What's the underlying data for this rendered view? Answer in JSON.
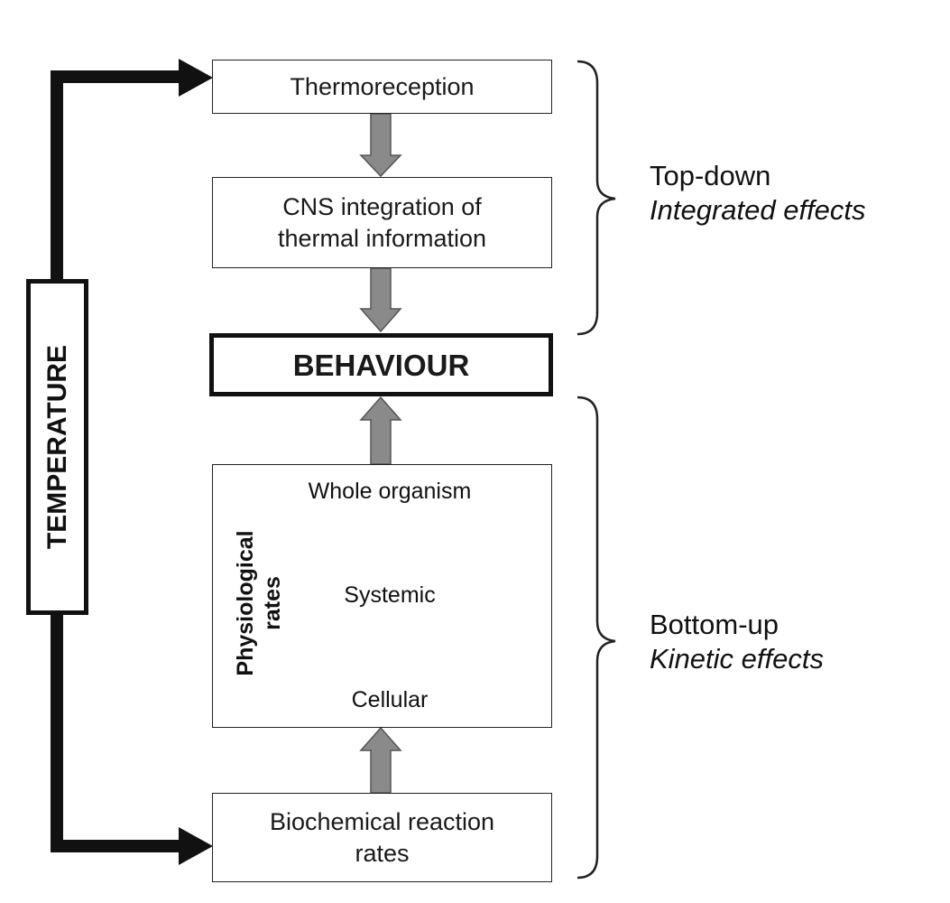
{
  "diagram": {
    "driver": "TEMPERATURE",
    "boxes": {
      "thermoreception": "Thermoreception",
      "cns_line1": "CNS integration of",
      "cns_line2": "thermal information",
      "behaviour": "BEHAVIOUR",
      "biochem_line1": "Biochemical reaction",
      "biochem_line2": "rates"
    },
    "physiological": {
      "label_line1": "Physiological",
      "label_line2": "rates",
      "levels": [
        "Whole organism",
        "Systemic",
        "Cellular"
      ]
    },
    "annotations": {
      "top_title": "Top-down",
      "top_subtitle": "Integrated effects",
      "bottom_title": "Bottom-up",
      "bottom_subtitle": "Kinetic effects"
    }
  },
  "colors": {
    "line": "#111111",
    "gray_arrow": "#8a8a8a",
    "gray_stroke": "#555555"
  }
}
